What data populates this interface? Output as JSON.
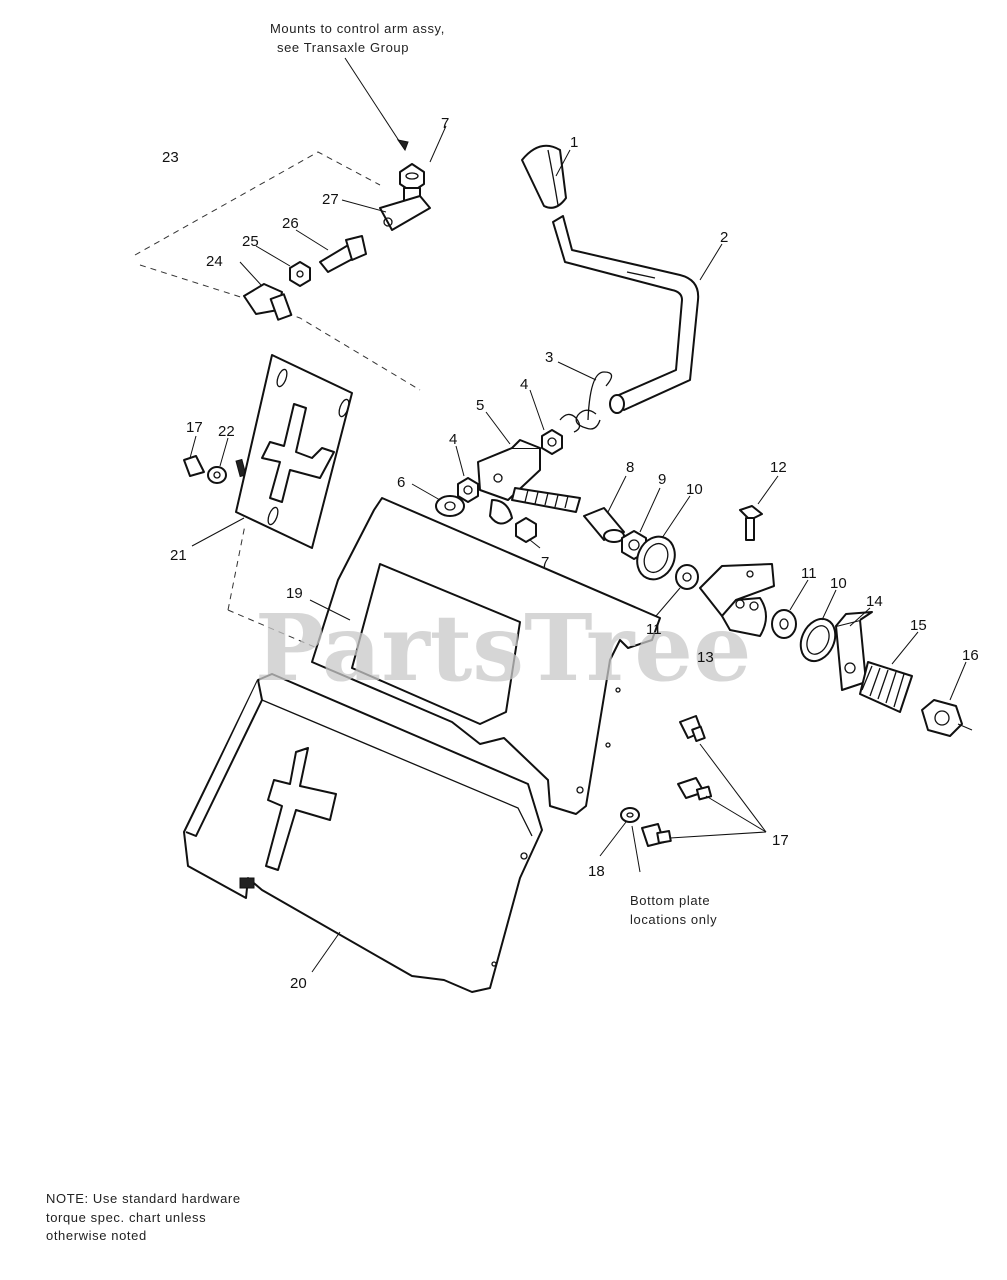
{
  "annotations": {
    "mount_line1": "Mounts to control arm assy,",
    "mount_line2": "see Transaxle Group",
    "bottom_line1": "Bottom plate",
    "bottom_line2": "locations only",
    "note_line1": "NOTE: Use standard hardware",
    "note_line2": "torque spec. chart unless",
    "note_line3": "otherwise noted"
  },
  "watermark": "PartsTree",
  "callouts": {
    "c1": "1",
    "c2": "2",
    "c3": "3",
    "c4a": "4",
    "c4b": "4",
    "c5": "5",
    "c6": "6",
    "c7a": "7",
    "c7b": "7",
    "c8": "8",
    "c9": "9",
    "c10a": "10",
    "c10b": "10",
    "c11a": "11",
    "c11b": "11",
    "c12": "12",
    "c13": "13",
    "c14": "14",
    "c15": "15",
    "c16": "16",
    "c17a": "17",
    "c17b": "17",
    "c18": "18",
    "c19": "19",
    "c20": "20",
    "c21": "21",
    "c22": "22",
    "c23": "23",
    "c24": "24",
    "c25": "25",
    "c26": "26",
    "c27": "27"
  }
}
